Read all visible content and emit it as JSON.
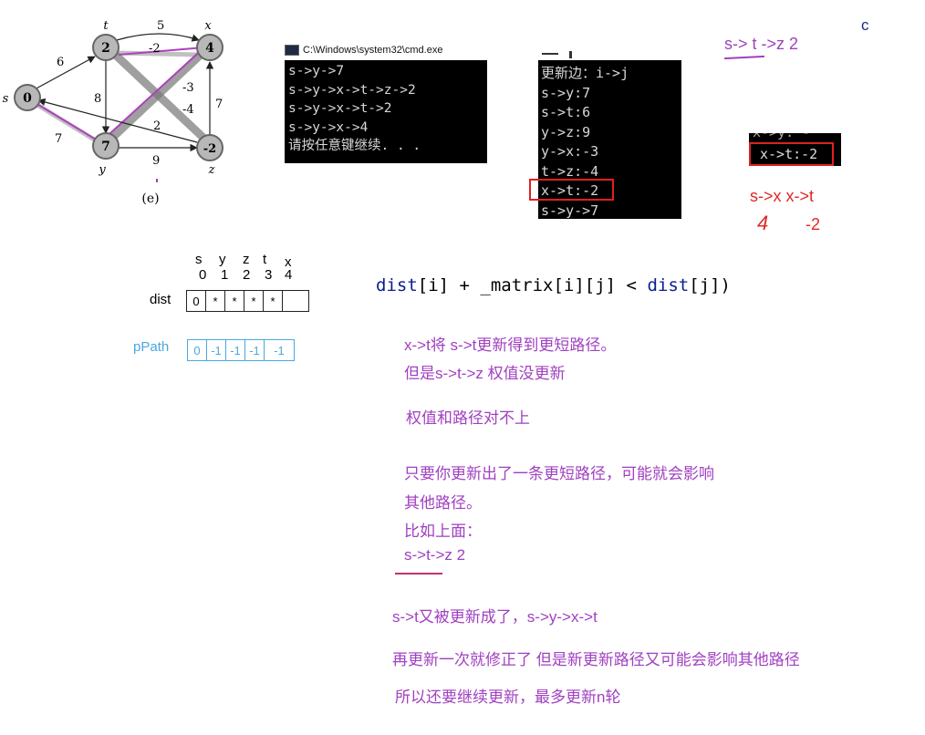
{
  "graph": {
    "nodes": [
      {
        "id": "s",
        "value": "0"
      },
      {
        "id": "t",
        "value": "2"
      },
      {
        "id": "x",
        "value": "4"
      },
      {
        "id": "y",
        "value": "7"
      },
      {
        "id": "z",
        "value": "-2"
      }
    ],
    "edge_labels": [
      "5",
      "6",
      "-2",
      "8",
      "-3",
      "-4",
      "7",
      "2",
      "7",
      "9"
    ],
    "caption": "(e)"
  },
  "cmd": {
    "title": "C:\\Windows\\system32\\cmd.exe",
    "lines": [
      "s->y->7",
      "s->y->x->t->z->2",
      "s->y->x->t->2",
      "s->y->x->4",
      "请按任意键继续. . ."
    ]
  },
  "output": {
    "lines": [
      "更新边：i->j",
      "s->y:7",
      "s->t:6",
      "y->z:9",
      "y->x:-3",
      "t->z:-4",
      "x->t:-2",
      "s->y->7"
    ]
  },
  "crop": {
    "line": "x->t:-2"
  },
  "top_right": {
    "note": "s-> t ->z  2",
    "corner": "c"
  },
  "annot": {
    "line1": "s->x  x->t",
    "line2a": "4",
    "line2b": "-2"
  },
  "table": {
    "headers_top": [
      "s",
      "y",
      "z",
      "t",
      "x"
    ],
    "indices": [
      "0",
      "1",
      "2",
      "3",
      "4"
    ],
    "dist_label": "dist",
    "dist": [
      "0",
      "*",
      "*",
      "*",
      "*"
    ],
    "ppath_label": "pPath",
    "ppath": [
      "0",
      "-1",
      "-1",
      "-1",
      "-1"
    ]
  },
  "code": {
    "p1": "dist",
    "p2": "[i] + _matrix[i][j] < ",
    "p3": "dist",
    "p4": "[j])"
  },
  "notes": [
    "x->t将 s->t更新得到更短路径。",
    "但是s->t->z 权值没更新",
    "权值和路径对不上",
    "只要你更新出了一条更短路径，可能就会影响",
    "其他路径。",
    "比如上面：",
    "s->t->z  2",
    "s->t又被更新成了，s->y->x->t",
    "再更新一次就修正了 但是新更新路径又可能会影响其他路径",
    "所以还要继续更新，最多更新n轮"
  ]
}
